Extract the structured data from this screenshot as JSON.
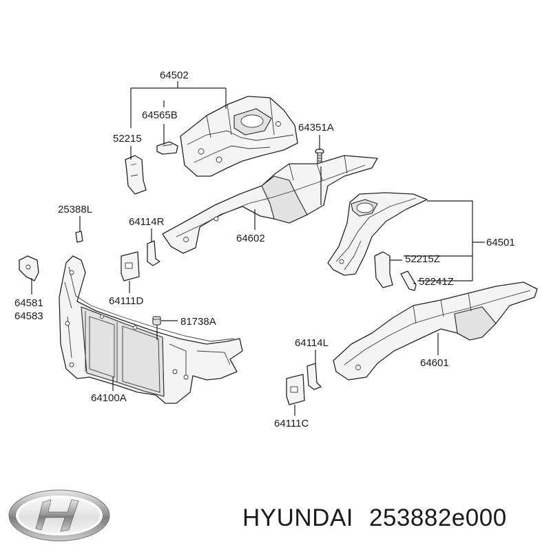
{
  "brand": {
    "name": "HYUNDAI",
    "part_number": "253882e000",
    "logo": "hyundai-logo-icon"
  },
  "callouts": [
    {
      "id": "64502",
      "label": "64502"
    },
    {
      "id": "64565B",
      "label": "64565B"
    },
    {
      "id": "52215",
      "label": "52215"
    },
    {
      "id": "64351A",
      "label": "64351A"
    },
    {
      "id": "25388L",
      "label": "25388L"
    },
    {
      "id": "64114R",
      "label": "64114R"
    },
    {
      "id": "64602",
      "label": "64602"
    },
    {
      "id": "64501",
      "label": "64501"
    },
    {
      "id": "52215Z",
      "label": "52215Z"
    },
    {
      "id": "52241Z",
      "label": "52241Z"
    },
    {
      "id": "64581",
      "label": "64581"
    },
    {
      "id": "64583",
      "label": "64583"
    },
    {
      "id": "64111D",
      "label": "64111D"
    },
    {
      "id": "81738A",
      "label": "81738A"
    },
    {
      "id": "64114L",
      "label": "64114L"
    },
    {
      "id": "64601",
      "label": "64601"
    },
    {
      "id": "64100A",
      "label": "64100A"
    },
    {
      "id": "64111C",
      "label": "64111C"
    }
  ]
}
